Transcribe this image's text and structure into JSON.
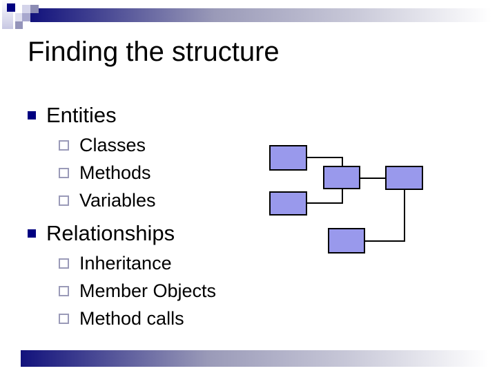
{
  "slide": {
    "title": "Finding the structure",
    "outline": [
      {
        "level": 1,
        "label": "Entities"
      },
      {
        "level": 2,
        "label": "Classes"
      },
      {
        "level": 2,
        "label": "Methods"
      },
      {
        "level": 2,
        "label": "Variables"
      },
      {
        "level": 1,
        "label": "Relationships"
      },
      {
        "level": 2,
        "label": "Inheritance"
      },
      {
        "level": 2,
        "label": "Member Objects"
      },
      {
        "level": 2,
        "label": "Method calls"
      }
    ],
    "diagram": {
      "name": "class-structure-sketch",
      "box_count": 5,
      "box_fill": "#9999EC",
      "box_border": "#000000",
      "connections": [
        "top-left box to center box",
        "lower-left box to center box",
        "center box to right box",
        "right box to bottom box"
      ]
    },
    "colors": {
      "accent_navy": "#000080",
      "sub_bullet_outline": "#9A9AB8",
      "bar_gradient_dark": "#12127C",
      "bar_gradient_light": "#FFFFFF"
    }
  }
}
